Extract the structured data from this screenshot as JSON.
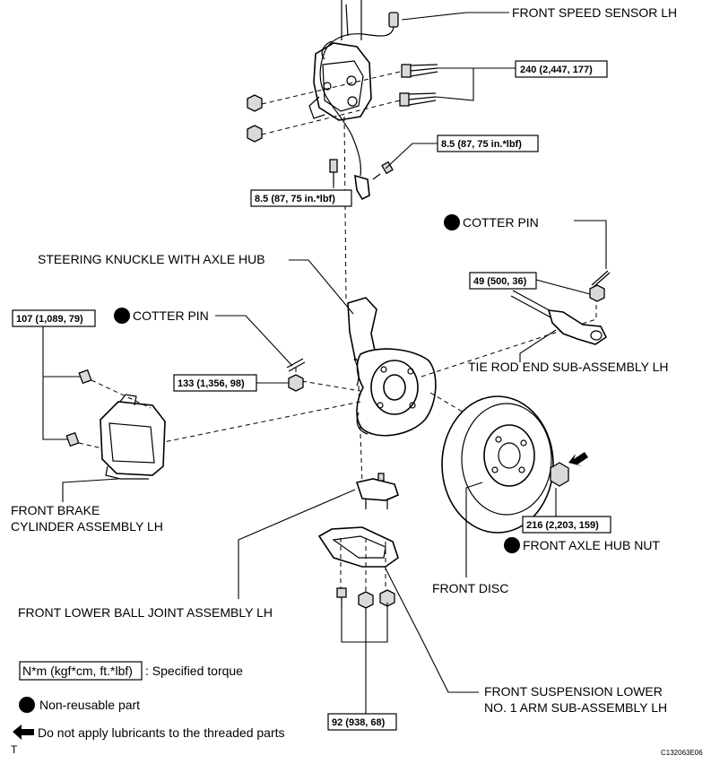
{
  "callouts": {
    "front_speed_sensor": "FRONT SPEED SENSOR LH",
    "cotter_pin_right": "COTTER PIN",
    "steering_knuckle": "STEERING KNUCKLE WITH AXLE HUB",
    "cotter_pin_left": "COTTER PIN",
    "tie_rod_end": "TIE ROD END SUB-ASSEMBLY LH",
    "front_brake_line1": "FRONT BRAKE",
    "front_brake_line2": "CYLINDER ASSEMBLY LH",
    "front_axle_hub_nut": "FRONT AXLE HUB NUT",
    "front_disc": "FRONT DISC",
    "lower_ball_joint": "FRONT LOWER BALL JOINT ASSEMBLY LH",
    "lower_arm_line1": "FRONT SUSPENSION LOWER",
    "lower_arm_line2": "NO. 1 ARM SUB-ASSEMBLY LH"
  },
  "torques": {
    "t240": "240 (2,447, 177)",
    "t85_right": "8.5 (87, 75 in.*lbf)",
    "t85_left": "8.5 (87, 75 in.*lbf)",
    "t49": "49 (500, 36)",
    "t107": "107 (1,089, 79)",
    "t133": "133 (1,356, 98)",
    "t216": "216 (2,203, 159)",
    "t92": "92 (938, 68)"
  },
  "legend": {
    "torque_box": "N*m (kgf*cm, ft.*lbf)",
    "torque_desc": ": Specified torque",
    "nonreusable": "Non-reusable part",
    "no_lube": "Do not apply lubricants to the threaded parts"
  },
  "corner_mark": "T",
  "figure_code": "C132063E06"
}
